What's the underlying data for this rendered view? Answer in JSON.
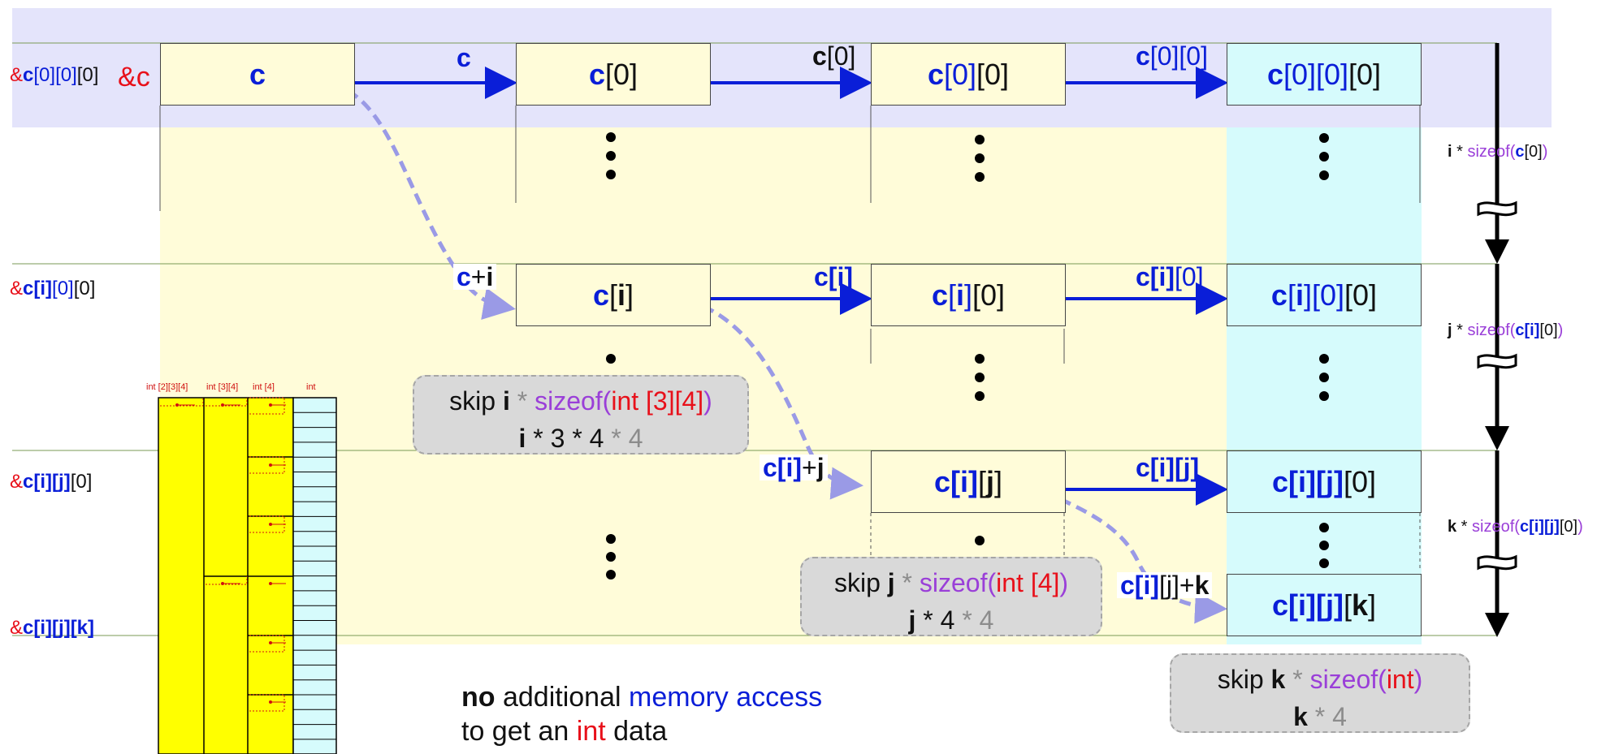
{
  "row0": {
    "addr_left_amp": "&",
    "addr_left_var": "c",
    "addr_left_i1": "[0]",
    "addr_left_i2": "[0]",
    "addr_left_i3": "[0]",
    "addr_amp": "&",
    "addr_c": "c",
    "box_c": "c",
    "arrow1_label": "c",
    "box_c0_var": "c",
    "box_c0_idx": "[0]",
    "arrow2_label_var": "c",
    "arrow2_label_idx": "[0]",
    "box_c00_var": "c",
    "box_c00_i1": "[0]",
    "box_c00_i2": "[0]",
    "arrow3_label_var": "c",
    "arrow3_label_idx": "[0][0]",
    "box_c000_var": "c",
    "box_c000_i1": "[0]",
    "box_c000_i2": "[0]",
    "box_c000_i3": "[0]"
  },
  "row1": {
    "addr_amp": "&",
    "addr_var": "c",
    "addr_i": "[i]",
    "addr_j": "[0]",
    "addr_k": "[0]",
    "label_ci_var": "c",
    "label_ci_plus": "+",
    "label_ci_i": "i",
    "box_ci_var": "c",
    "box_ci_o": "[",
    "box_ci_i": "i",
    "box_ci_c": "]",
    "arrow_label_var": "c",
    "arrow_label_idx": "[i]",
    "box_ci0_var": "c",
    "box_ci0_o": "[",
    "box_ci0_i": "i",
    "box_ci0_c": "]",
    "box_ci0_z": "[0]",
    "arrow2_label_var": "c",
    "arrow2_label_i": "[i]",
    "arrow2_label_z": "[0]",
    "box_ci00_var": "c",
    "box_ci00_o": "[",
    "box_ci00_i": "i",
    "box_ci00_c": "]",
    "box_ci00_z1": "[0]",
    "box_ci00_z2": "[0]"
  },
  "row2": {
    "addr_amp": "&",
    "addr_var": "c",
    "addr_i": "[i]",
    "addr_j": "[j]",
    "addr_k": "[0]",
    "label_var": "c",
    "label_i": "[i]",
    "label_plus": "+",
    "label_j": "j",
    "box_cij_var": "c",
    "box_cij_i": "[i]",
    "box_cij_o": "[",
    "box_cij_j": "j",
    "box_cij_c": "]",
    "arrow_label_var": "c",
    "arrow_label_i": "[i]",
    "arrow_label_j": "[j]",
    "box_cij0_var": "c",
    "box_cij0_i": "[i]",
    "box_cij0_j": "[j]",
    "box_cij0_z": "[0]"
  },
  "row3": {
    "addr_amp": "&",
    "addr_var": "c",
    "addr_i": "[i]",
    "addr_j": "[j]",
    "addr_k": "[k]",
    "label_var": "c",
    "label_i": "[i]",
    "label_j": "[j]",
    "label_plus": "+",
    "label_k": "k",
    "box_var": "c",
    "box_i": "[i]",
    "box_j": "[j]",
    "box_o": "[",
    "box_k": "k",
    "box_c": "]"
  },
  "notes": [
    {
      "skip": "skip",
      "var": "i",
      "star": "*",
      "sizeof_open": "sizeof(",
      "type": "int",
      "dims": "[3][4]",
      "close": ")",
      "line2_var": "i",
      "line2_mid": " * 3 * 4 ",
      "line2_tail": "* 4"
    },
    {
      "skip": "skip",
      "var": "j",
      "star": "*",
      "sizeof_open": "sizeof(",
      "type": "int",
      "dims": "[4]",
      "close": ")",
      "line2_var": "j",
      "line2_mid": " * 4 ",
      "line2_tail": "* 4"
    },
    {
      "skip": "skip",
      "var": "k",
      "star": "*",
      "sizeof_open": "sizeof(",
      "type": "int",
      "dims": "",
      "close": ")",
      "line2_var": "k",
      "line2_mid": " * 4",
      "line2_tail": ""
    }
  ],
  "strides": [
    {
      "var": "i",
      "star": " * ",
      "fn": "sizeof(",
      "c": "c",
      "idx": "[0]",
      "close": ")"
    },
    {
      "var": "j",
      "star": " * ",
      "fn": "sizeof(",
      "c": "c",
      "idx_i": "[i]",
      "idx_rest": "[0]",
      "close": ")"
    },
    {
      "var": "k",
      "star": " * ",
      "fn": "sizeof(",
      "c": "c",
      "idx_i": "[i]",
      "idx_j": "[j]",
      "idx_rest": "[0]",
      "close": ")"
    }
  ],
  "memory_headers": [
    "int [2][3][4]",
    "int [3][4]",
    "int [4]",
    "int"
  ],
  "footer": {
    "no": "no",
    "additional": " additional ",
    "memory_access": "memory access",
    "line2_pre": "to get an ",
    "int": "int",
    "line2_post": " data"
  },
  "colors": {
    "blue": "#0a1ed8",
    "red": "#e8101a",
    "purple": "#9a3fd8",
    "gray": "#8c8c8c",
    "lavender": "#e4e4fb",
    "cream": "#fffcd9",
    "cyan": "#d6fbfc",
    "yellow": "#ffff00",
    "dash": "#9a9ae6"
  }
}
